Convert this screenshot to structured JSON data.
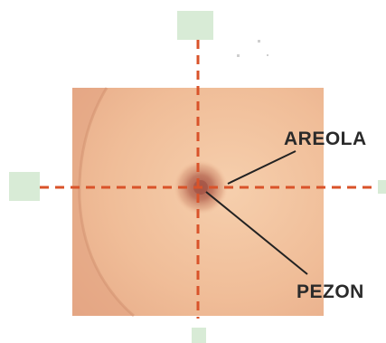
{
  "labels": {
    "areola": "AREOLA",
    "nipple": "PEZON"
  },
  "colors": {
    "background": "#ffffff",
    "skin_light": "#f2c29e",
    "skin_mid": "#e9a87f",
    "skin_shadow": "#d4896a",
    "areola": "#b86a55",
    "nipple": "#9a4e40",
    "crosshair": "#d9532a",
    "marker": "#d6ead6",
    "leader_line": "#222222",
    "label_text": "#2a2a2a"
  },
  "icons": {
    "marker_shape": "square-marker",
    "crosshair_style": "dashed-line"
  }
}
